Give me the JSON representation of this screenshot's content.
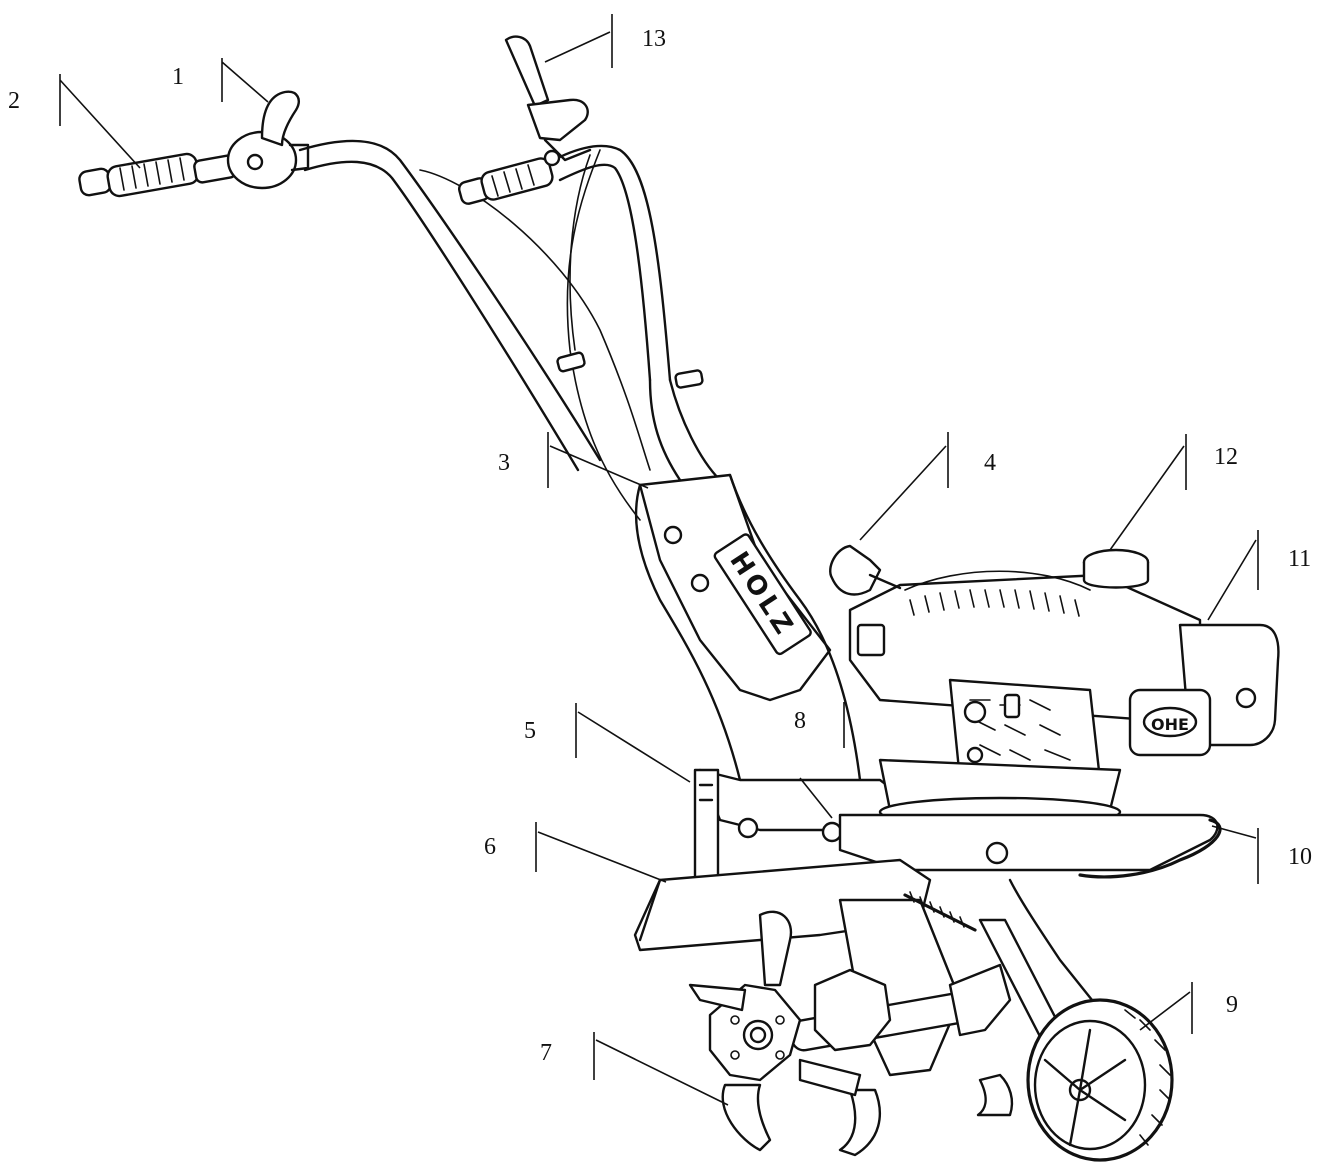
{
  "diagram": {
    "callouts": [
      {
        "id": "1",
        "label": "1"
      },
      {
        "id": "2",
        "label": "2"
      },
      {
        "id": "3",
        "label": "3"
      },
      {
        "id": "4",
        "label": "4"
      },
      {
        "id": "5",
        "label": "5"
      },
      {
        "id": "6",
        "label": "6"
      },
      {
        "id": "7",
        "label": "7"
      },
      {
        "id": "8",
        "label": "8"
      },
      {
        "id": "9",
        "label": "9"
      },
      {
        "id": "10",
        "label": "10"
      },
      {
        "id": "11",
        "label": "11"
      },
      {
        "id": "12",
        "label": "12"
      },
      {
        "id": "13",
        "label": "13"
      }
    ],
    "frame_logo_text": "HOLZ",
    "engine_badge_text": "OHE",
    "colors": {
      "ink": "#111111",
      "paper": "#ffffff"
    }
  }
}
